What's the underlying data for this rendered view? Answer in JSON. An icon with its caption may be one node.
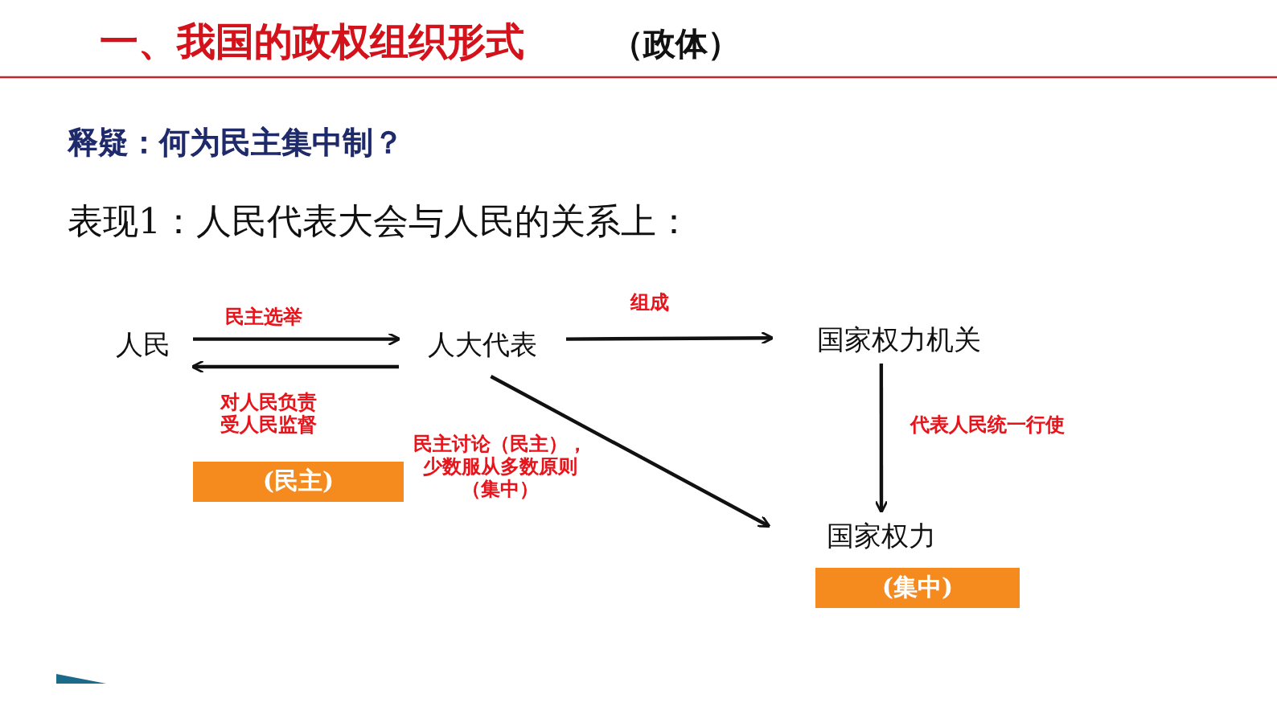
{
  "diagram": {
    "title": "一、我国的政权组织形式",
    "nodes": [
      {
        "text": [
          "人民"
        ]
      },
      {
        "text": [
          "人大代表"
        ]
      },
      {
        "text": [
          "国家权力机关"
        ]
      },
      {
        "text": [
          "国家权力"
        ]
      },
      {
        "text": [
          "(民主)"
        ]
      },
      {
        "text": [
          "(集中)"
        ]
      }
    ],
    "edges": [
      {
        "from": 0,
        "to": 1,
        "arrow": "to",
        "label": "民主选举"
      },
      {
        "from": 1,
        "to": 0,
        "arrow": "to",
        "label": "对人民负责受人民监督"
      },
      {
        "from": 1,
        "to": 2,
        "arrow": "to",
        "label": "组成"
      },
      {
        "from": 2,
        "to": 3,
        "arrow": "to",
        "label": "代表人民统一行使"
      },
      {
        "from": 1,
        "to": 3,
        "arrow": "to",
        "label": "民主讨论（民主），少数服从多数原则（集中）"
      }
    ],
    "labels": [
      "（政体）",
      "释疑：何为民主集中制？",
      "表现1：人民代表大会与人民的关系上："
    ]
  }
}
